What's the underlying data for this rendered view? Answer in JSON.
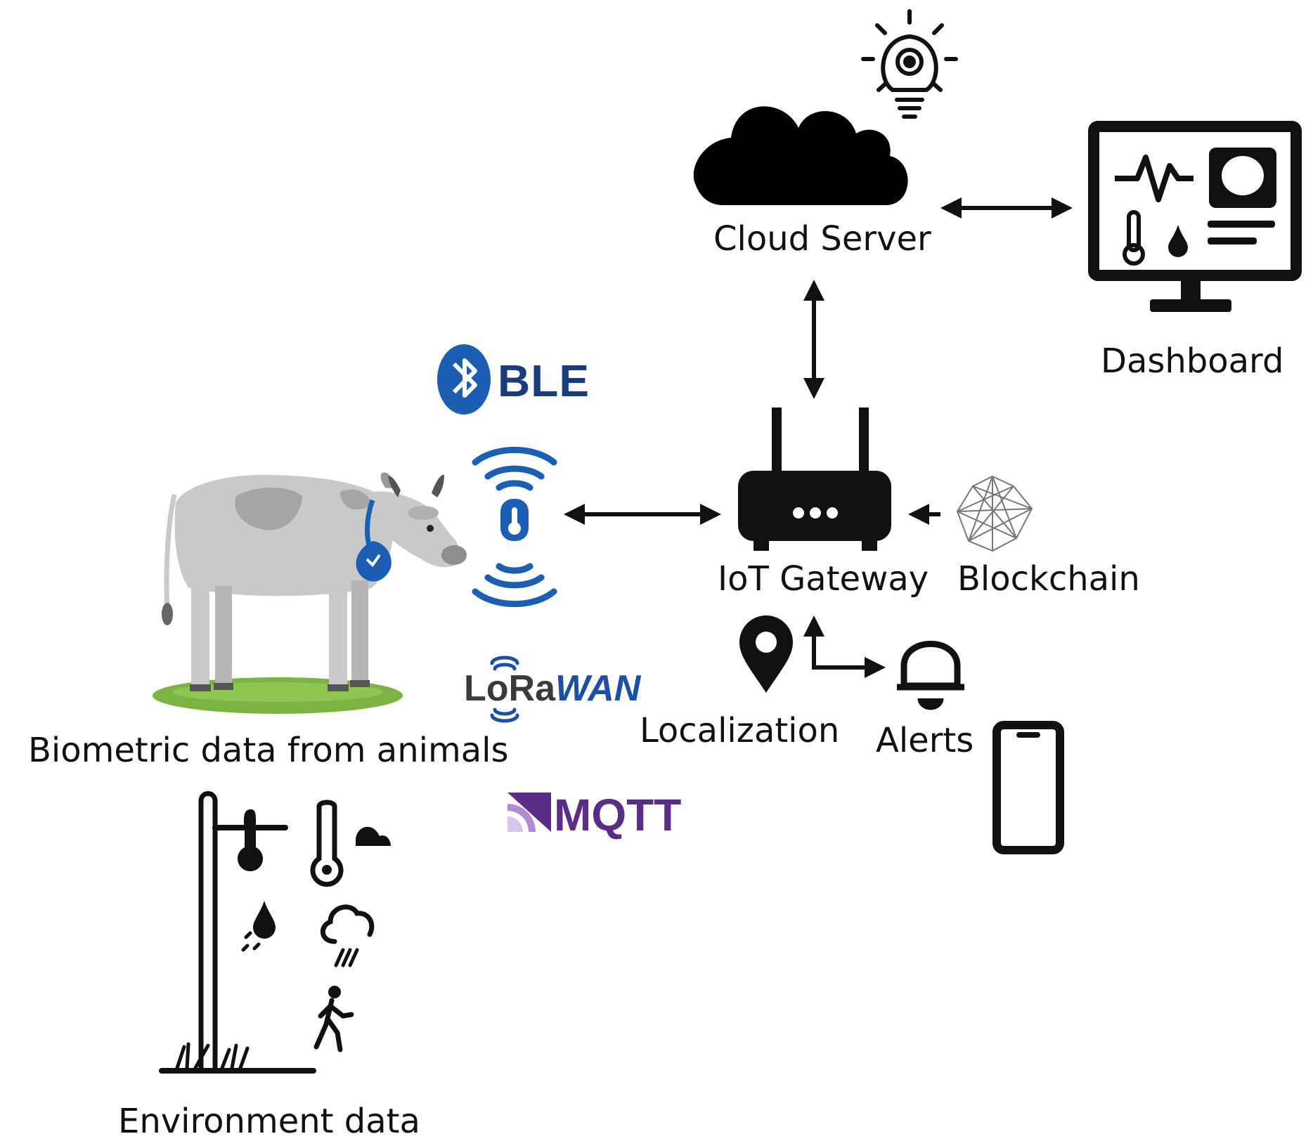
{
  "labels": {
    "cloud_server": "Cloud Server",
    "dashboard": "Dashboard",
    "iot_gateway": "IoT Gateway",
    "blockchain": "Blockchain",
    "localization": "Localization",
    "alerts": "Alerts",
    "biometric": "Biometric data from animals",
    "environment": "Environment data"
  },
  "protocols": {
    "ble": "BLE",
    "lorawan_lo": "LoRa",
    "lorawan_wan": "WAN",
    "mqtt": "MQTT"
  },
  "colors": {
    "ble_blue": "#1b5fb4",
    "lorawan_blue": "#1e4fa6",
    "mqtt_purple": "#5b2d86",
    "cow_grey": "#c9c9c9",
    "grass_green": "#7cb442",
    "icon_black": "#111111"
  },
  "icons": [
    "lightbulb-gear-icon",
    "cloud-icon",
    "monitor-dashboard-icon",
    "router-icon",
    "blockchain-network-icon",
    "ble-sensor-icon",
    "location-pin-icon",
    "bell-icon",
    "smartphone-icon",
    "cow-icon",
    "weather-station-icon"
  ]
}
